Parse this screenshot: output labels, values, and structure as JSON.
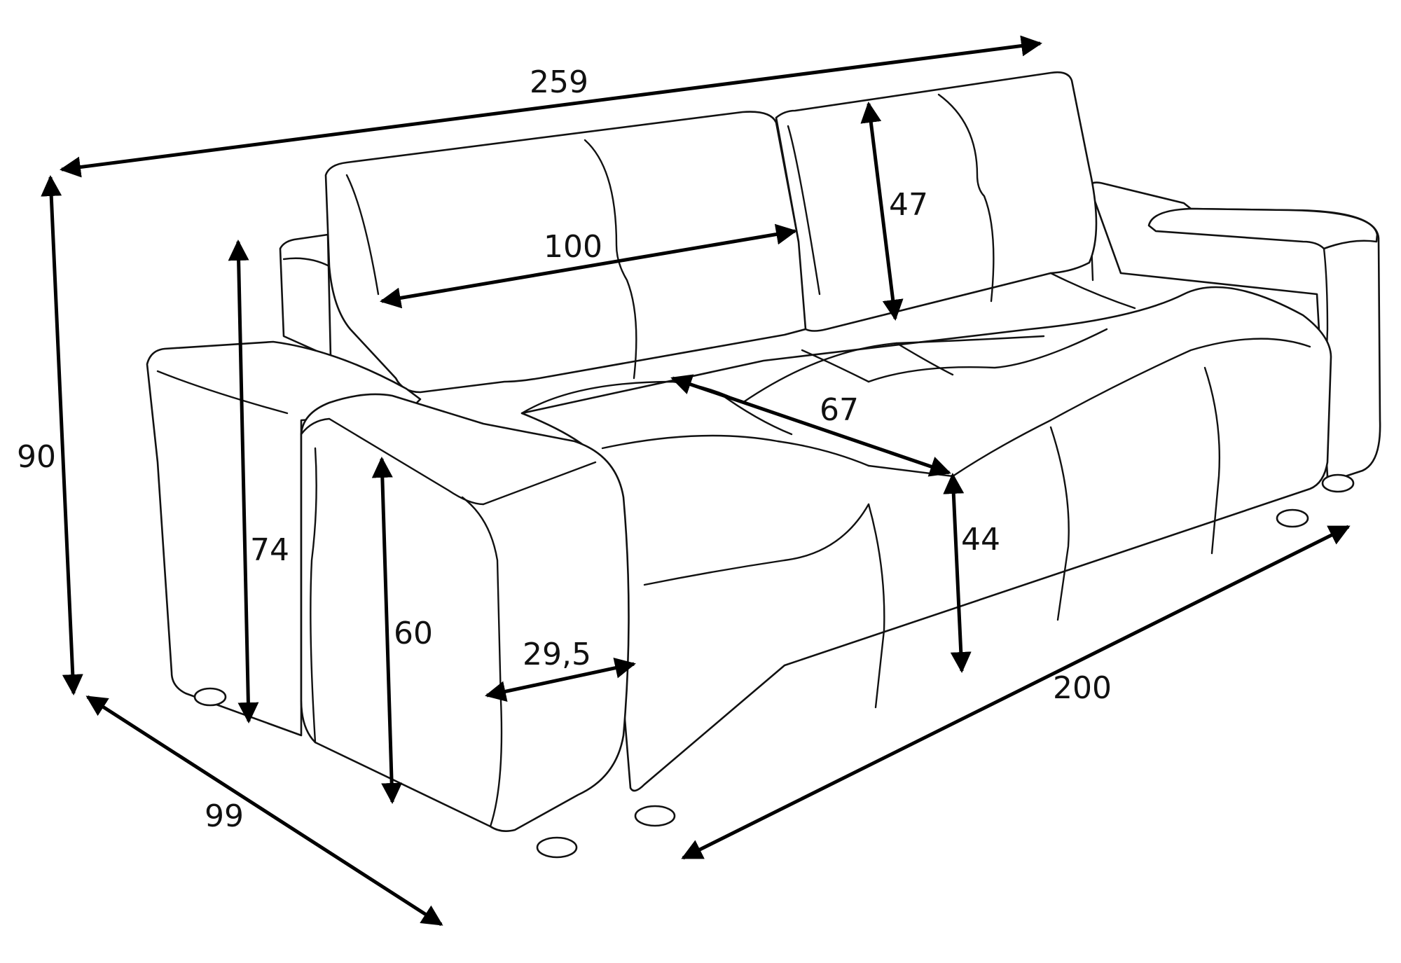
{
  "dimensions": {
    "total_width": "259",
    "total_height": "90",
    "depth": "99",
    "seat_width": "200",
    "armrest_height": "74",
    "side_height": "60",
    "armrest_width": "29,5",
    "seat_height": "44",
    "seat_depth": "67",
    "back_cushion_width": "100",
    "back_cushion_height": "47"
  },
  "colors": {
    "line": "#111111",
    "background": "#ffffff"
  }
}
